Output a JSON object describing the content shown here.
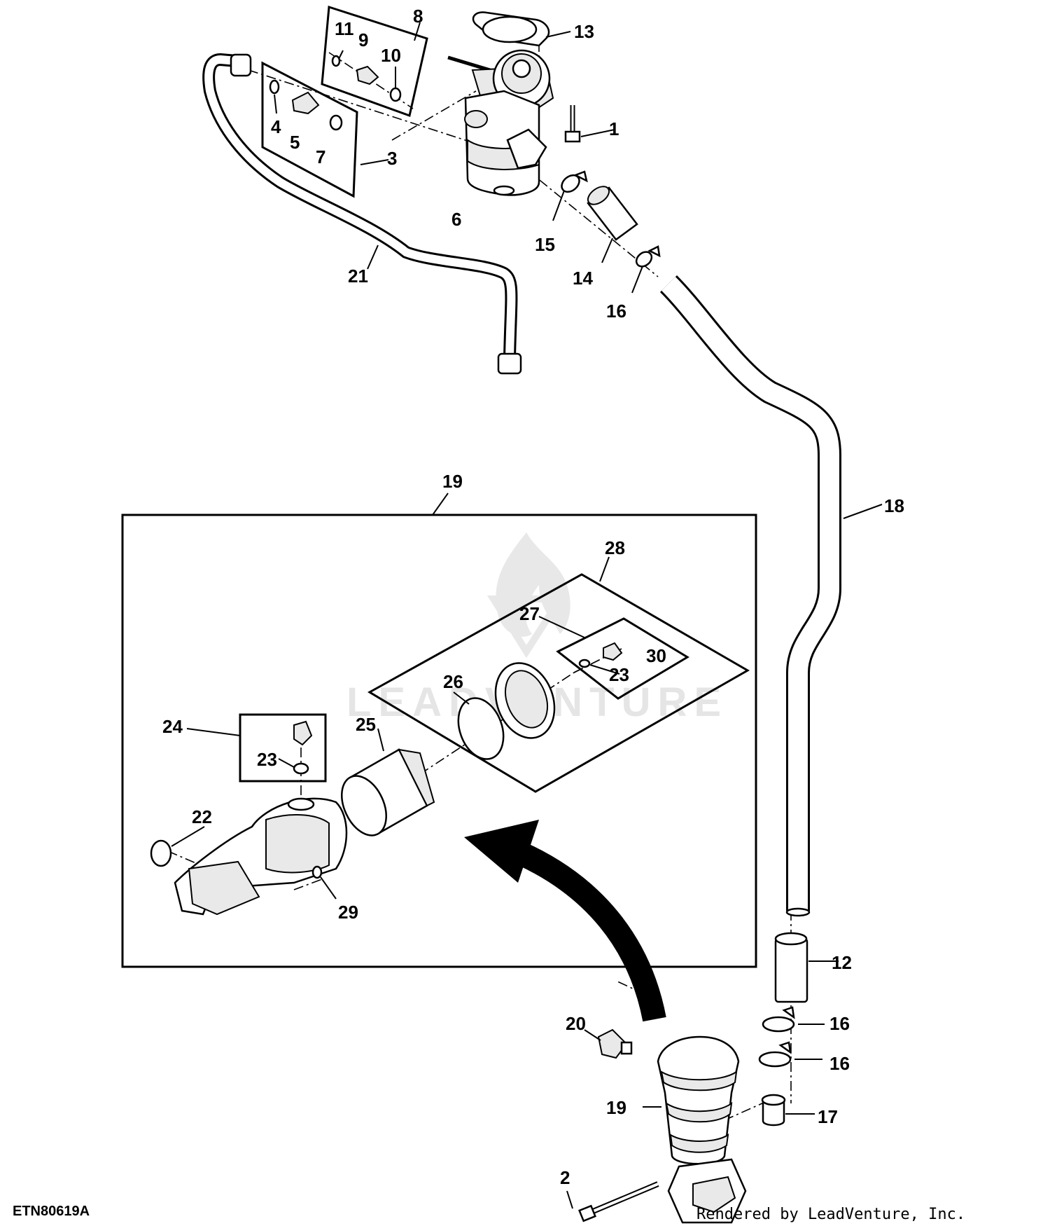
{
  "figure_id": "ETN80619A",
  "credit": "Rendered by LeadVenture, Inc.",
  "watermark": "LEADVENTURE",
  "callouts": {
    "c1": "1",
    "c2": "2",
    "c3": "3",
    "c4": "4",
    "c5": "5",
    "c6": "6",
    "c7": "7",
    "c8": "8",
    "c9": "9",
    "c10": "10",
    "c11": "11",
    "c12": "12",
    "c13": "13",
    "c14": "14",
    "c15": "15",
    "c16a": "16",
    "c16b": "16",
    "c16c": "16",
    "c17": "17",
    "c18": "18",
    "c19a": "19",
    "c19b": "19",
    "c20": "20",
    "c21": "21",
    "c22": "22",
    "c23a": "23",
    "c23b": "23",
    "c24": "24",
    "c25": "25",
    "c26": "26",
    "c27": "27",
    "c28": "28",
    "c29": "29",
    "c30": "30"
  }
}
